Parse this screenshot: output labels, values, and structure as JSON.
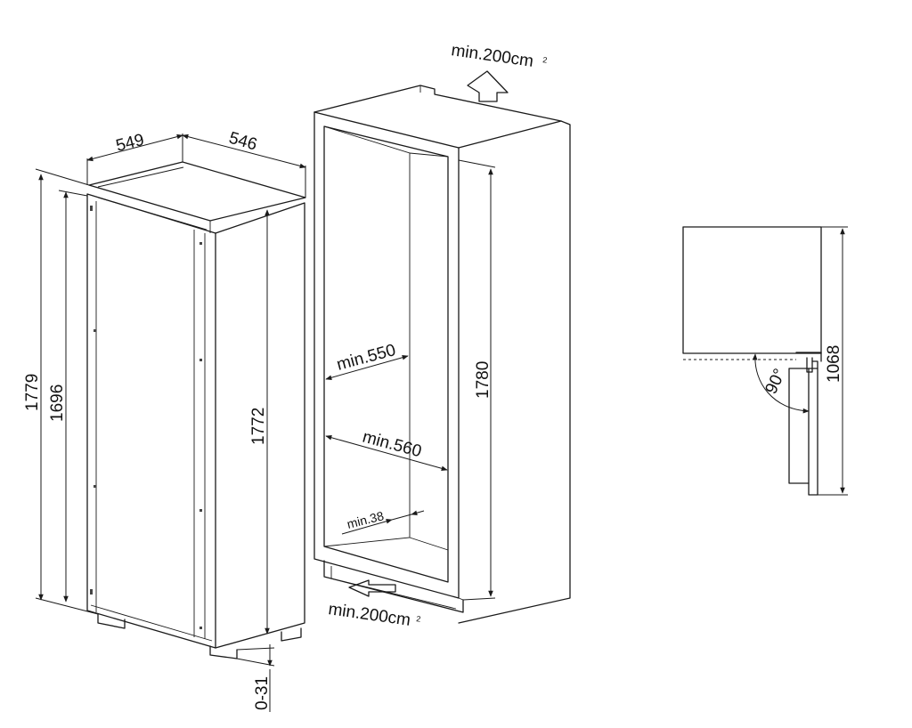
{
  "appliance": {
    "width": "549",
    "depth": "546",
    "overall_height": "1779",
    "door_height": "1696",
    "body_height": "1772",
    "feet_adjust": "0-31"
  },
  "niche": {
    "ventilation_top": "min.200cm",
    "ventilation_bottom": "min.200cm",
    "unit_sup": "2",
    "depth_min": "min.550",
    "width_min": "min.560",
    "plinth_min": "min.38",
    "height": "1780"
  },
  "door_swing": {
    "angle": "90°",
    "height": "1068"
  }
}
